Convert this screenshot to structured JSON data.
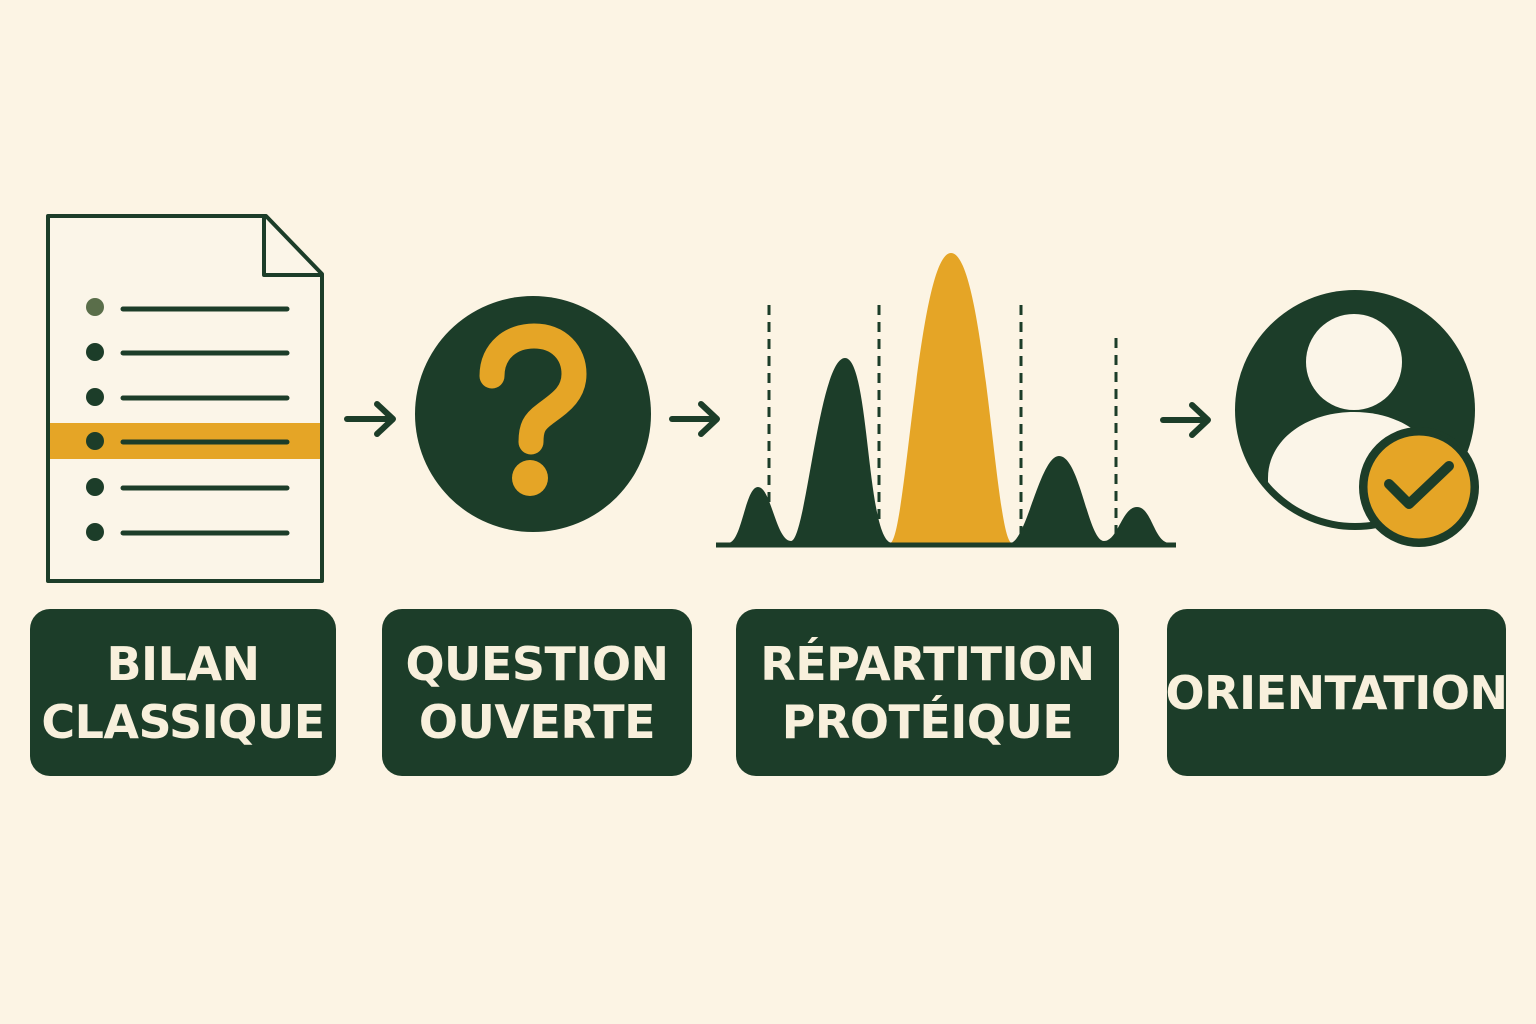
{
  "colors": {
    "background": "#fcf4e4",
    "dark_green": "#1c3d29",
    "accent_yellow": "#e5a526",
    "label_text": "#f8f0dc",
    "document_fill": "#fbf5e8"
  },
  "steps": [
    {
      "icon": "document-list-icon",
      "label_lines": [
        "BILAN",
        "CLASSIQUE"
      ]
    },
    {
      "icon": "question-mark-icon",
      "label_lines": [
        "QUESTION",
        "OUVERTE"
      ]
    },
    {
      "icon": "protein-electrophoresis-icon",
      "label_lines": [
        "RÉPARTITION",
        "PROTÉIQUE"
      ]
    },
    {
      "icon": "user-check-icon",
      "label_lines": [
        "ORIENTATION"
      ]
    }
  ],
  "connectors": [
    {
      "icon": "arrow-right-icon"
    },
    {
      "icon": "arrow-right-icon"
    },
    {
      "icon": "arrow-right-icon"
    }
  ]
}
